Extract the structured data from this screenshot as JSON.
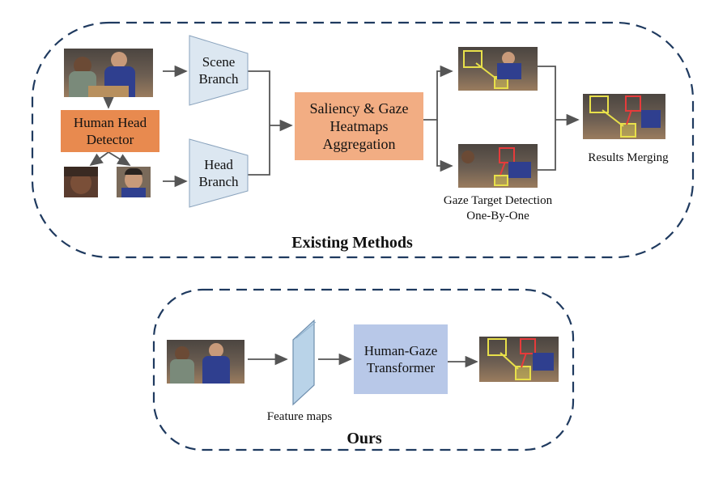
{
  "existing": {
    "title": "Existing Methods",
    "head_detector": "Human Head\nDetector",
    "scene_branch": "Scene\nBranch",
    "head_branch": "Head\nBranch",
    "aggregation": "Saliency & Gaze\nHeatmaps\nAggregation",
    "detection_caption": "Gaze Target Detection\nOne-By-One",
    "merging_caption": "Results Merging"
  },
  "ours": {
    "title": "Ours",
    "feature_maps": "Feature maps",
    "transformer": "Human-Gaze\nTransformer"
  },
  "colors": {
    "frame_dash": "#1f3a5f",
    "detector_fill": "#e88a4f",
    "aggregation_fill": "#f2ad83",
    "branch_fill": "#dce7f1",
    "transformer_fill": "#b8c8e8",
    "arrow": "#555555"
  }
}
